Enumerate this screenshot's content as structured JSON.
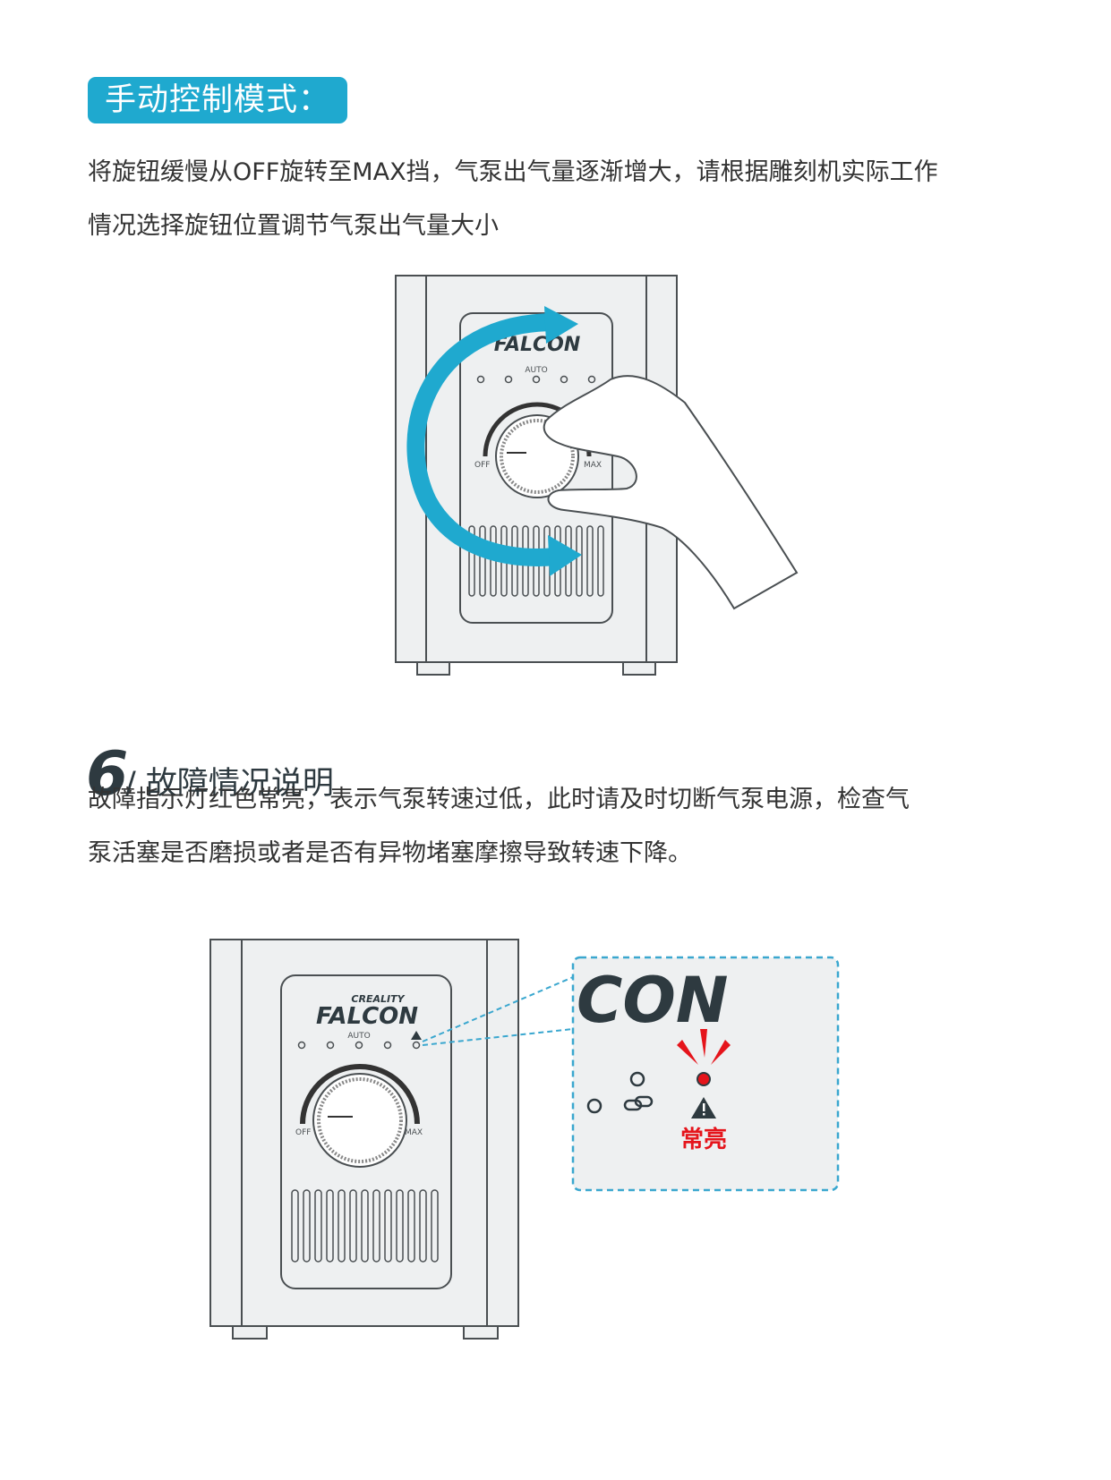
{
  "manual_mode": {
    "badge": "手动控制模式：",
    "line1": "将旋钮缓慢从OFF旋转至MAX挡，气泵出气量逐渐增大，请根据雕刻机实际工作",
    "line2": "情况选择旋钮位置调节气泵出气量大小"
  },
  "device": {
    "brand_small": "CREALITY",
    "brand_large": "FALCON",
    "auto_label": "AUTO",
    "off_label": "OFF",
    "max_label": "MAX"
  },
  "fault_section": {
    "number": "6",
    "title": "/ 故障情况说明",
    "line1": "故障指示灯红色常亮，表示气泵转速过低，此时请及时切断气泵电源，检查气",
    "line2": "泵活塞是否磨损或者是否有异物堵塞摩擦导致转速下降。"
  },
  "zoom_callout": {
    "brand_fragment": "CON",
    "status_label": "常亮",
    "status_color": "#e5141b"
  },
  "colors": {
    "accent": "#1fa9cf",
    "device_body": "#eef0f1",
    "outline": "#4a4f52",
    "dashed": "#3aa7cf"
  }
}
